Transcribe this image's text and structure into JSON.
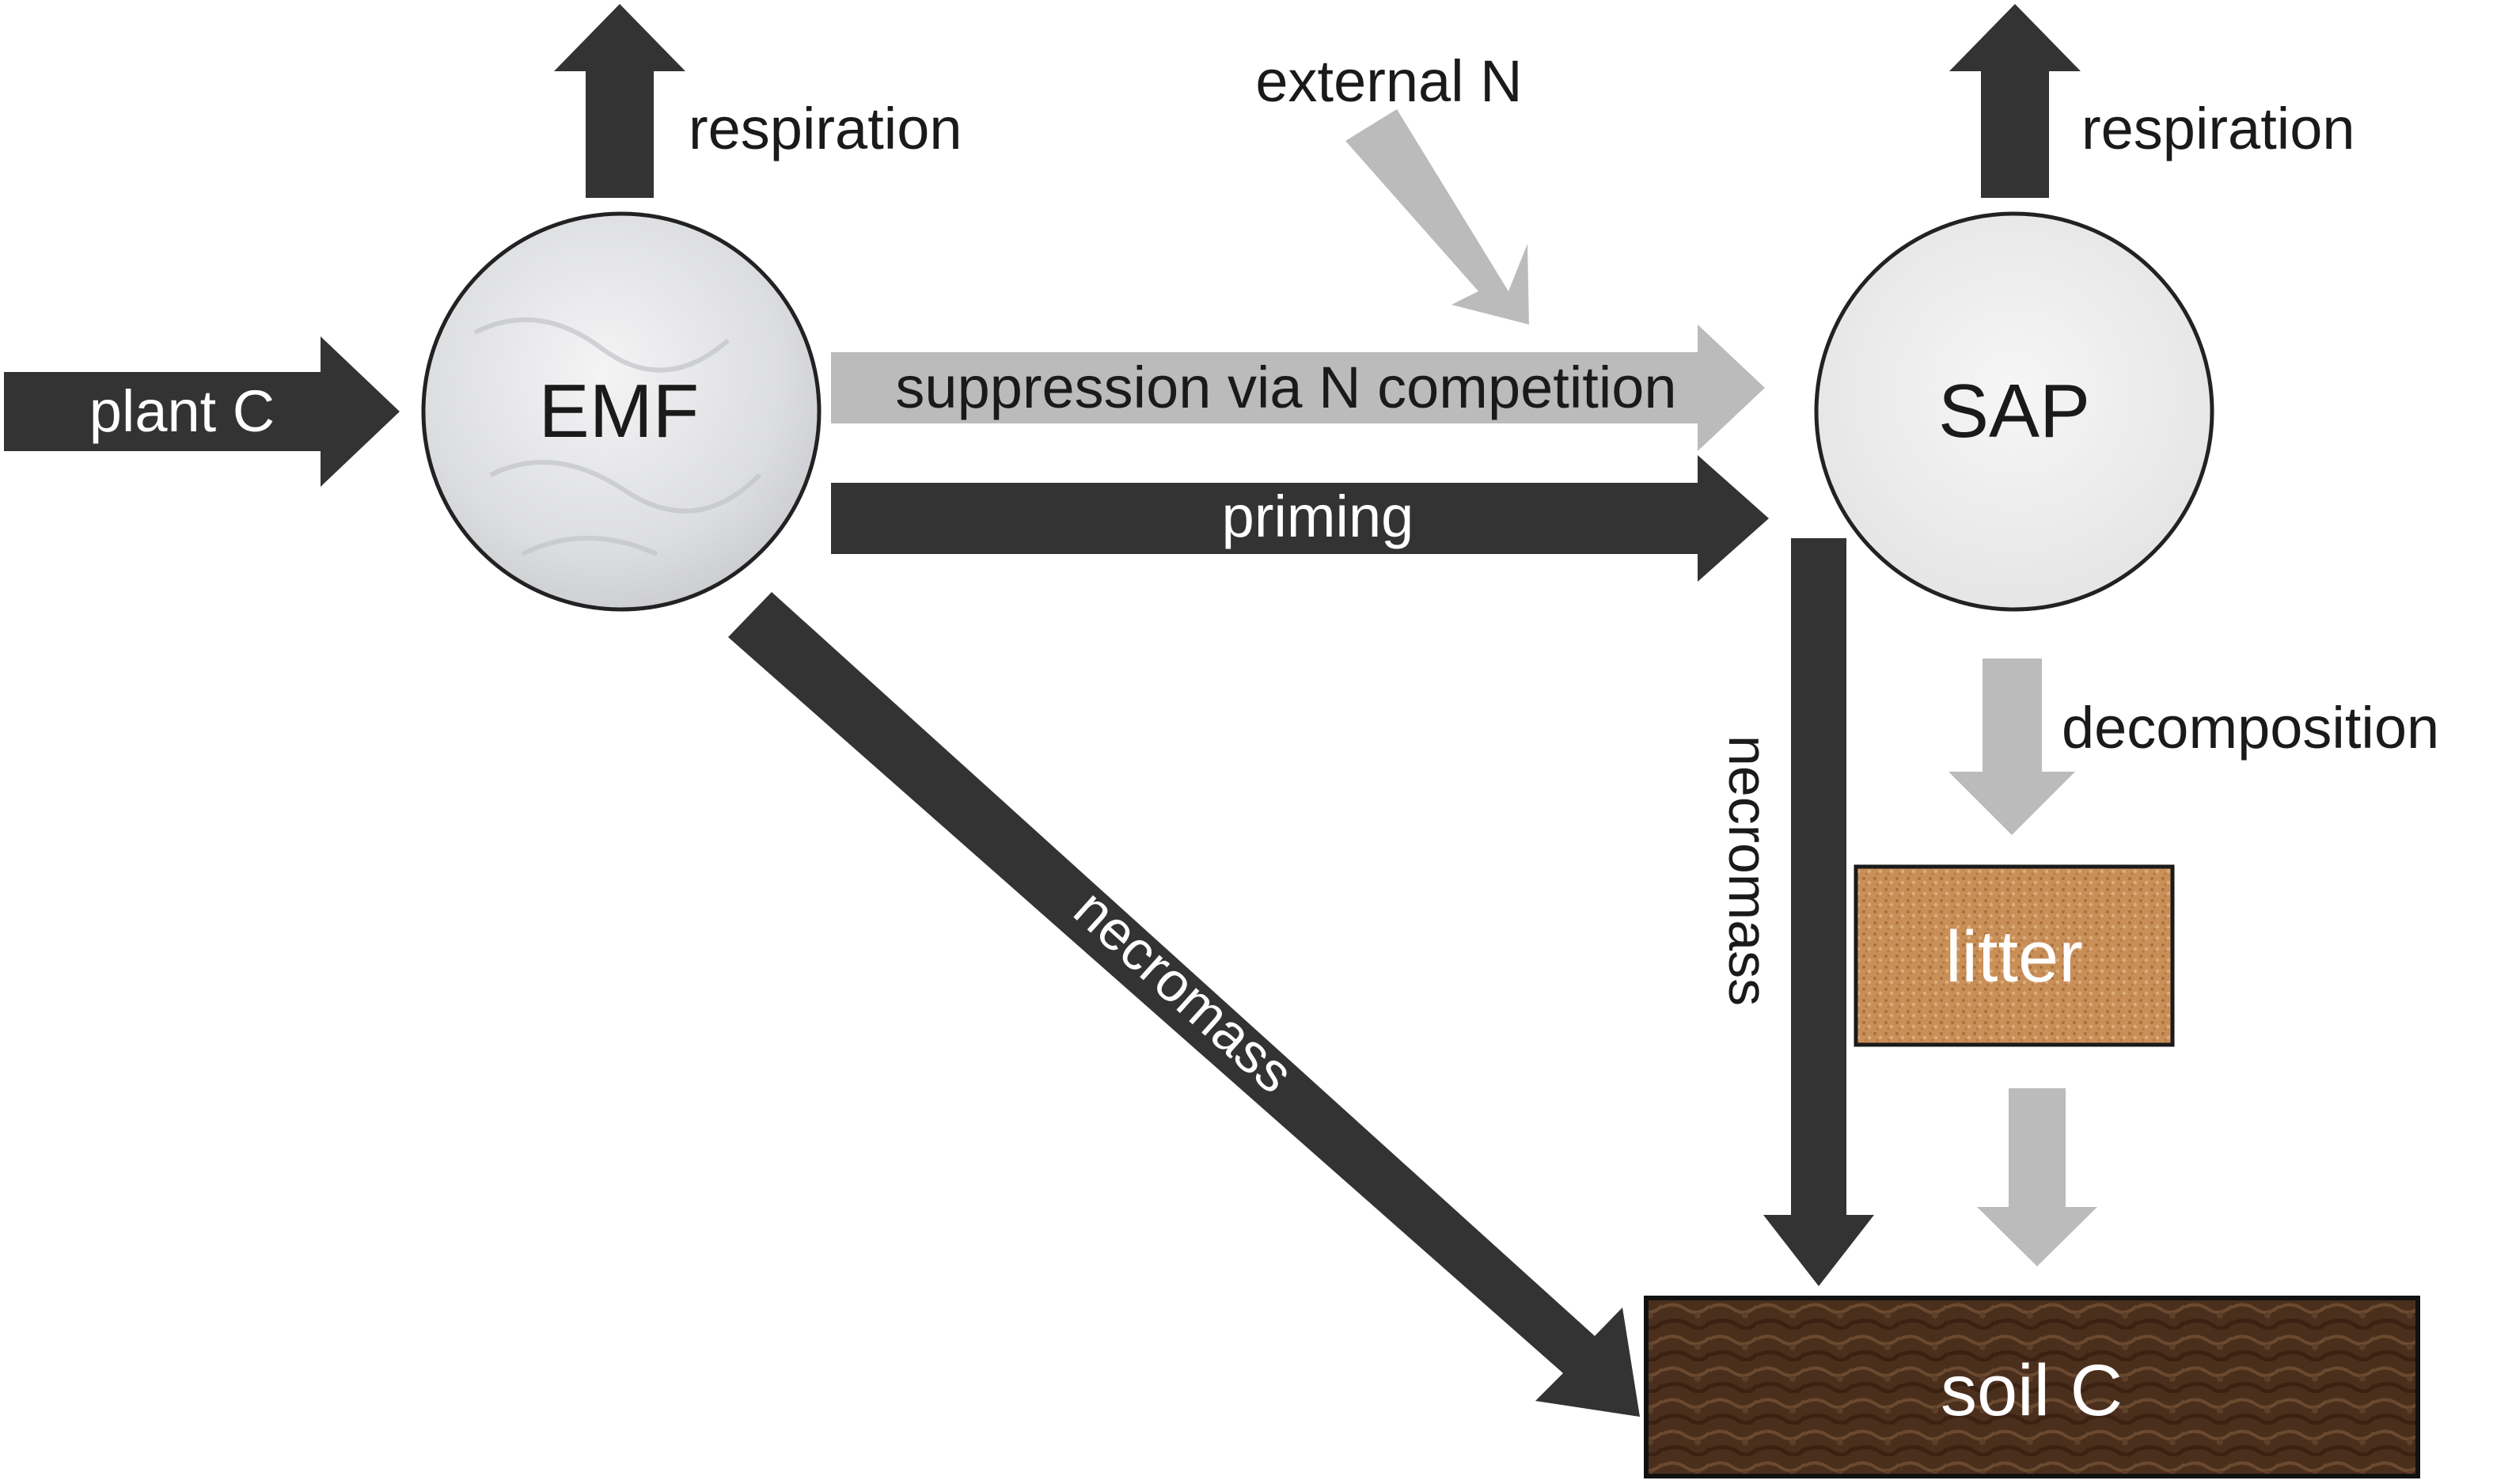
{
  "colors": {
    "dark_arrow": "#333333",
    "light_arrow": "#bbbbbb",
    "emf_fill": "#e3e4e6",
    "sap_fill": "#eeeeee",
    "litter_fill": "#c8905a",
    "litter_border": "#1a1a1a",
    "soil_fill": "#4a2e1c",
    "soil_border": "#111111",
    "text_dark": "#1a1a1a",
    "text_light": "#ffffff"
  },
  "nodes": {
    "emf": "EMF",
    "sap": "SAP",
    "litter": "litter",
    "soil": "soil C"
  },
  "flows": {
    "plant_c": "plant C",
    "respiration_emf": "respiration",
    "respiration_sap": "respiration",
    "external_n": "external N",
    "suppression": "suppression via N competition",
    "priming": "priming",
    "decomposition": "decomposition",
    "necromass_emf": "necromass",
    "necromass_sap": "necromass"
  }
}
